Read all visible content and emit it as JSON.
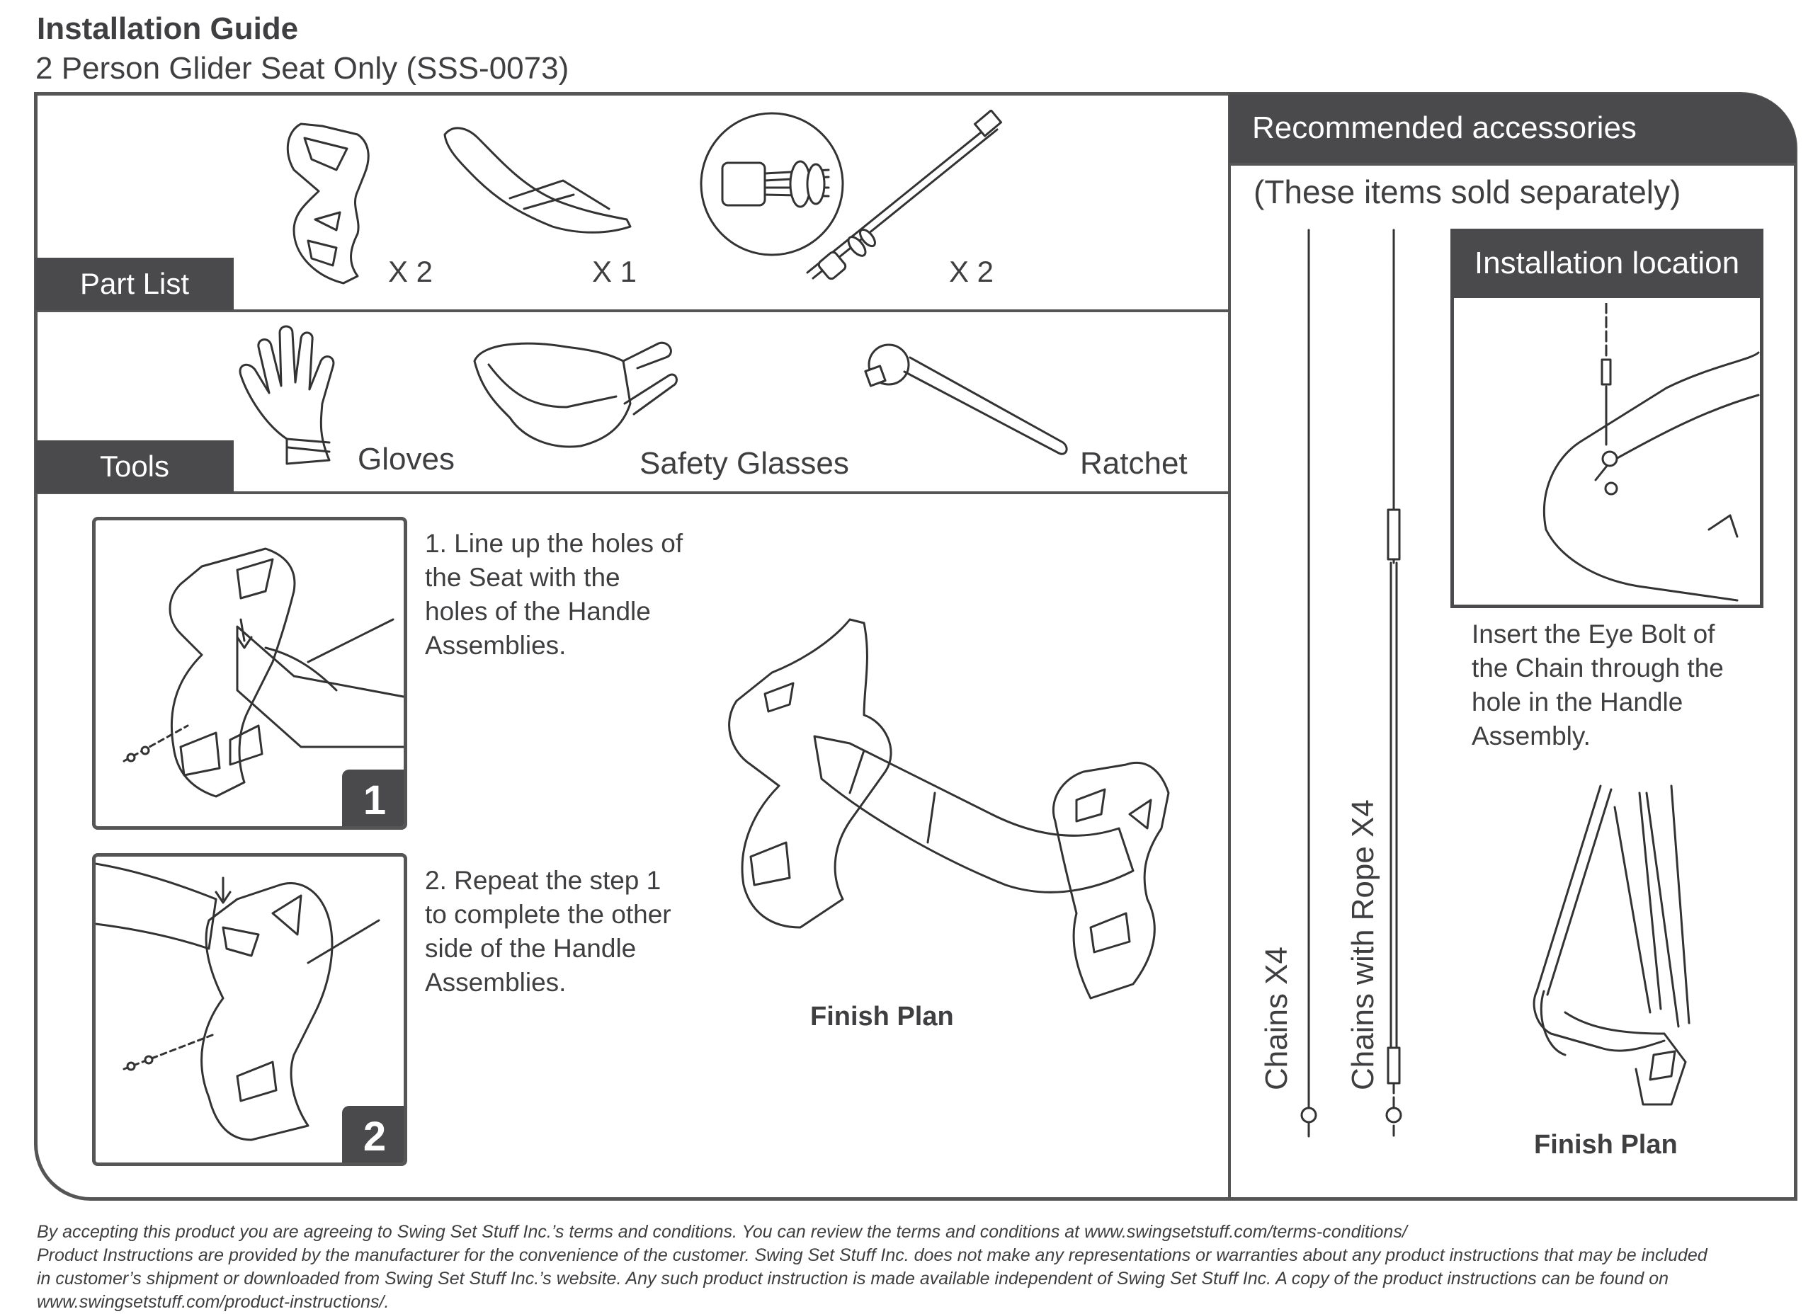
{
  "header": {
    "title": "Installation Guide",
    "subtitle": "2 Person Glider Seat Only (SSS-0073)"
  },
  "parts": {
    "tab": "Part List",
    "items": [
      {
        "icon": "handle-assembly-icon",
        "qty": "X 2"
      },
      {
        "icon": "seat-icon",
        "qty": "X 1"
      },
      {
        "icon": "bolt-icon",
        "qty": "X 2"
      }
    ]
  },
  "tools": {
    "tab": "Tools",
    "items": [
      {
        "icon": "gloves-icon",
        "label": "Gloves"
      },
      {
        "icon": "safety-glasses-icon",
        "label": "Safety Glasses"
      },
      {
        "icon": "ratchet-icon",
        "label": "Ratchet"
      }
    ]
  },
  "steps": [
    {
      "number": "1",
      "text": [
        "1. Line up the holes of",
        "the Seat with the",
        "holes of the Handle",
        "Assemblies."
      ]
    },
    {
      "number": "2",
      "text": [
        "2. Repeat the step 1",
        "to complete the other",
        "side of the Handle",
        "Assemblies."
      ]
    }
  ],
  "finish_plan": "Finish Plan",
  "accessories": {
    "header": "Recommended accessories",
    "note": "(These items sold separately)",
    "chains_label": "Chains  X4",
    "chains_rope_label": "Chains with Rope  X4",
    "location_tab": "Installation location",
    "location_text": [
      "Insert the Eye Bolt of",
      "the Chain through the",
      "hole in the Handle",
      "Assembly."
    ],
    "finish_plan": "Finish Plan"
  },
  "footer": [
    "By accepting this product you are agreeing to Swing Set Stuff Inc.’s terms and conditions. You can review the terms and conditions at www.swingsetstuff.com/terms-conditions/",
    "Product Instructions are provided by the manufacturer for the convenience of the customer. Swing Set Stuff Inc. does not make any representations or warranties about any product instructions that may be included",
    "in customer’s shipment or downloaded from Swing Set Stuff Inc.’s website. Any such product instruction is made available independent of Swing Set Stuff Inc.  A copy of the product instructions can be found on",
    "www.swingsetstuff.com/product-instructions/."
  ]
}
